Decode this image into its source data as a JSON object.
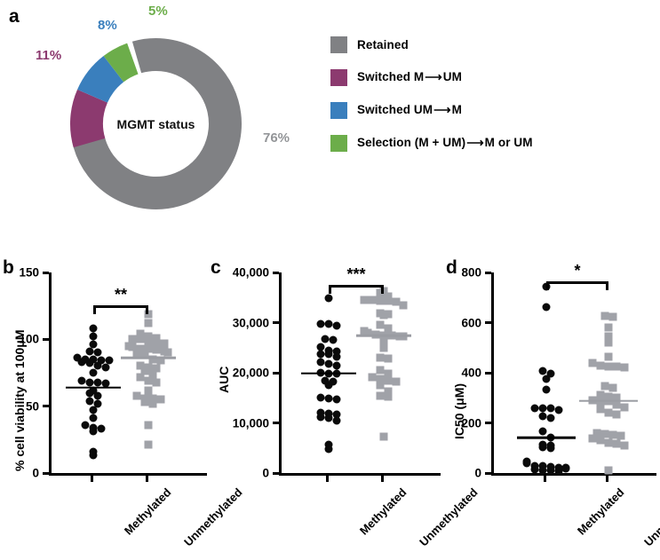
{
  "figure": {
    "panels": [
      "a",
      "b",
      "c",
      "d"
    ]
  },
  "panel_a": {
    "letter": "a",
    "center_label": "MGMT status",
    "legend": [
      {
        "color": "#808184",
        "label_prefix": "Retained",
        "label_suffix": "",
        "has_arrow": false,
        "icon": "square-swatch-grey"
      },
      {
        "color": "#8c3a6f",
        "label_prefix": "Switched M",
        "label_suffix": "UM",
        "has_arrow": true,
        "icon": "square-swatch-magenta"
      },
      {
        "color": "#3a7fbd",
        "label_prefix": "Switched UM",
        "label_suffix": "M",
        "has_arrow": true,
        "icon": "square-swatch-blue"
      },
      {
        "color": "#6cad4a",
        "label_prefix": "Selection (M + UM)",
        "label_suffix": "M or UM",
        "has_arrow": true,
        "icon": "square-swatch-green"
      }
    ],
    "chart_data": {
      "type": "pie",
      "title": "MGMT status",
      "variant": "donut",
      "hole_fraction": 0.66,
      "start_angle_deg": -16,
      "direction": "clockwise",
      "labels": [
        "Retained",
        "Switched M → UM",
        "Switched UM → M",
        "Selection (M + UM) → M or UM"
      ],
      "values": [
        76,
        11,
        8,
        5
      ],
      "value_labels": [
        "76%",
        "8%",
        "11%",
        "5%"
      ],
      "colors": [
        "#808184",
        "#8c3a6f",
        "#3a7fbd",
        "#6cad4a"
      ],
      "legend": true,
      "legend_position": "right",
      "slice_annotations": [
        {
          "text": "76%",
          "color": "#808184"
        },
        {
          "text": "11%",
          "color": "#8c3a6f"
        },
        {
          "text": "8%",
          "color": "#3a7fbd"
        },
        {
          "text": "5%",
          "color": "#6cad4a"
        }
      ]
    }
  },
  "panel_b": {
    "letter": "b",
    "chart_data": {
      "type": "scatter",
      "title": "",
      "ylabel": "% cell viability at 100μM",
      "xlabel": "",
      "ylim": [
        0,
        150
      ],
      "yticks": [
        0,
        50,
        100,
        150
      ],
      "ytick_labels": [
        "0",
        "50",
        "100",
        "150"
      ],
      "grid": false,
      "categories": [
        "Methylated",
        "Unmethylated"
      ],
      "significance": {
        "label": "**",
        "between": [
          "Methylated",
          "Unmethylated"
        ]
      },
      "series": [
        {
          "name": "Methylated",
          "marker": "circle",
          "color": "#0a0a0a",
          "mean": 64,
          "values": [
            108,
            102,
            96,
            91,
            90,
            86,
            85,
            85,
            84,
            84,
            83,
            82,
            80,
            79,
            75,
            69,
            68,
            68,
            67,
            62,
            60,
            58,
            54,
            52,
            47,
            41,
            36,
            34,
            33,
            31,
            16,
            13
          ]
        },
        {
          "name": "Unmethylated",
          "marker": "square",
          "color": "#a0a2a8",
          "mean": 86,
          "values": [
            119,
            112,
            104,
            102,
            101,
            100,
            100,
            99,
            98,
            97,
            95,
            94,
            93,
            93,
            92,
            91,
            90,
            89,
            88,
            85,
            84,
            80,
            79,
            78,
            76,
            74,
            72,
            69,
            68,
            62,
            58,
            56,
            56,
            55,
            53,
            52,
            36,
            21
          ]
        }
      ]
    }
  },
  "panel_c": {
    "letter": "c",
    "chart_data": {
      "type": "scatter",
      "title": "",
      "ylabel": "AUC",
      "xlabel": "",
      "ylim": [
        0,
        40000
      ],
      "yticks": [
        0,
        10000,
        20000,
        30000,
        40000
      ],
      "ytick_labels": [
        "0",
        "10,000",
        "20,000",
        "30,000",
        "40,000"
      ],
      "grid": false,
      "categories": [
        "Methylated",
        "Unmethylated"
      ],
      "significance": {
        "label": "***",
        "between": [
          "Methylated",
          "Unmethylated"
        ]
      },
      "series": [
        {
          "name": "Methylated",
          "marker": "circle",
          "color": "#0a0a0a",
          "mean": 19900,
          "values": [
            34800,
            29800,
            29700,
            29400,
            26700,
            26600,
            25200,
            24400,
            24300,
            23800,
            23700,
            23100,
            22200,
            21800,
            21500,
            20000,
            19900,
            19800,
            18400,
            18300,
            17600,
            15000,
            14800,
            14700,
            12000,
            11800,
            11600,
            11200,
            10900,
            10500,
            5600,
            4700
          ]
        },
        {
          "name": "Unmethylated",
          "marker": "square",
          "color": "#a0a2a8",
          "mean": 27400,
          "values": [
            36300,
            36000,
            35300,
            34600,
            34500,
            34400,
            34300,
            34200,
            33400,
            31800,
            31700,
            31500,
            29600,
            28900,
            28300,
            27900,
            27600,
            27500,
            27400,
            27300,
            27200,
            26400,
            25000,
            23000,
            22800,
            20500,
            19800,
            19100,
            18700,
            18400,
            18200,
            17600,
            16300,
            15400,
            15200,
            7300
          ]
        }
      ]
    }
  },
  "panel_d": {
    "letter": "d",
    "chart_data": {
      "type": "scatter",
      "title": "",
      "ylabel": "IC50 (μM)",
      "xlabel": "",
      "ylim": [
        0,
        800
      ],
      "yticks": [
        0,
        200,
        400,
        600,
        800
      ],
      "ytick_labels": [
        "0",
        "200",
        "400",
        "600",
        "800"
      ],
      "grid": false,
      "categories": [
        "Methylated",
        "Unmethylated"
      ],
      "significance": {
        "label": "*",
        "between": [
          "Methylated",
          "Unmethylated"
        ]
      },
      "series": [
        {
          "name": "Methylated",
          "marker": "circle",
          "color": "#0a0a0a",
          "mean": 141,
          "values": [
            742,
            662,
            408,
            396,
            374,
            332,
            260,
            259,
            258,
            250,
            228,
            218,
            168,
            141,
            112,
            108,
            104,
            100,
            45,
            38,
            30,
            28,
            25,
            22,
            20,
            18,
            15,
            12,
            10,
            8
          ]
        },
        {
          "name": "Unmethylated",
          "marker": "square",
          "color": "#a0a2a8",
          "mean": 288,
          "values": [
            628,
            622,
            580,
            545,
            520,
            462,
            440,
            428,
            425,
            424,
            420,
            348,
            340,
            310,
            305,
            300,
            292,
            288,
            285,
            272,
            262,
            255,
            240,
            232,
            160,
            155,
            152,
            148,
            138,
            130,
            122,
            118,
            110,
            12
          ]
        }
      ]
    }
  }
}
